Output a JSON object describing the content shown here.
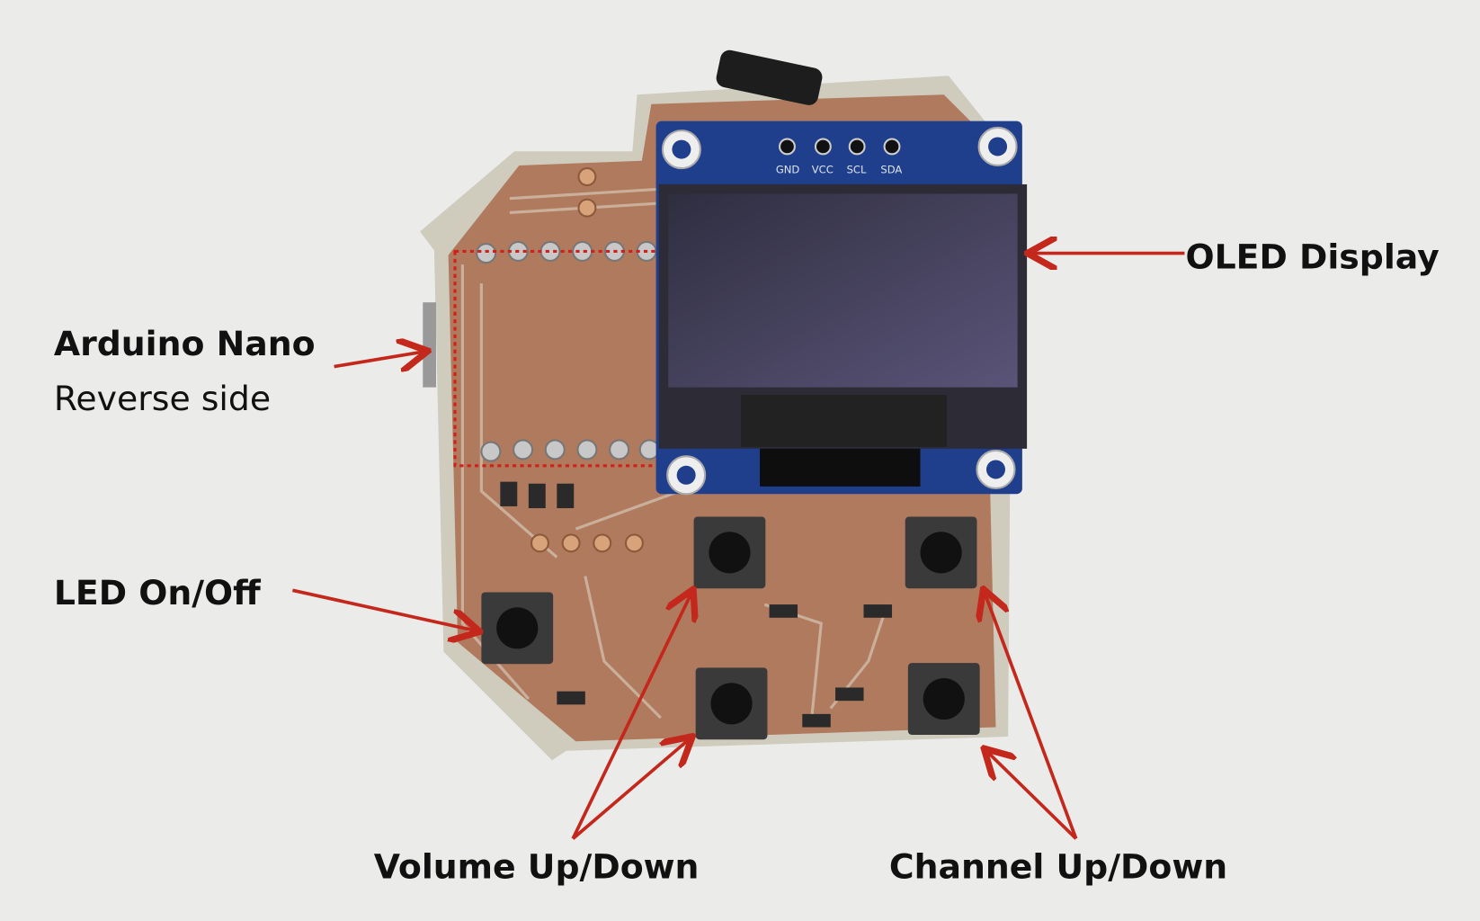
{
  "labels": {
    "oled": "OLED Display",
    "arduino_title": "Arduino Nano",
    "arduino_sub": "Reverse side",
    "led": "LED On/Off",
    "volume": "Volume Up/Down",
    "channel": "Channel Up/Down"
  },
  "oled_pins": [
    "GND",
    "VCC",
    "SCL",
    "SDA"
  ],
  "colors": {
    "background": "#ebebe9",
    "arrow": "#c4281c",
    "copper": "#b07a5e",
    "oled_board": "#1f3f8c",
    "screen": "#3b3a55"
  }
}
